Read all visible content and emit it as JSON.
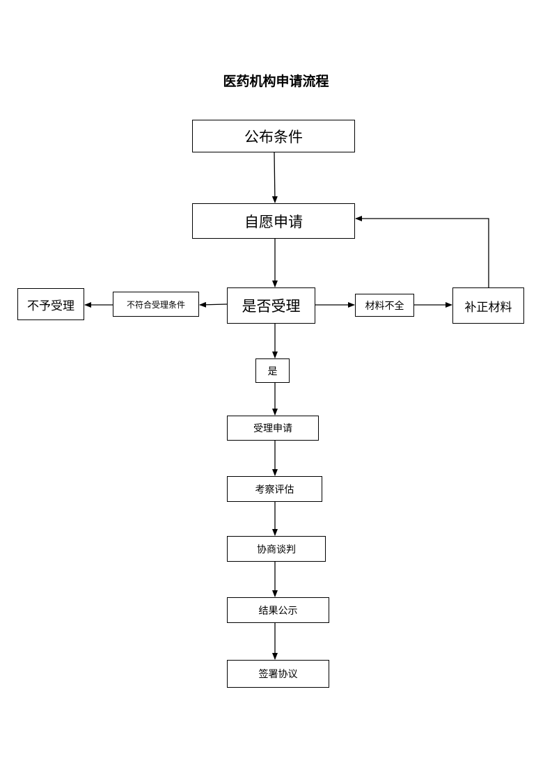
{
  "title": "医药机构申请流程",
  "nodes": {
    "announce": "公布条件",
    "apply": "自愿申请",
    "accept_check": "是否受理",
    "reject": "不予受理",
    "not_meet": "不符合受理条件",
    "incomplete": "材料不全",
    "supplement": "补正材料",
    "yes": "是",
    "process": "受理申请",
    "evaluate": "考察评估",
    "negotiate": "协商谈判",
    "publish": "结果公示",
    "sign": "签署协议"
  }
}
